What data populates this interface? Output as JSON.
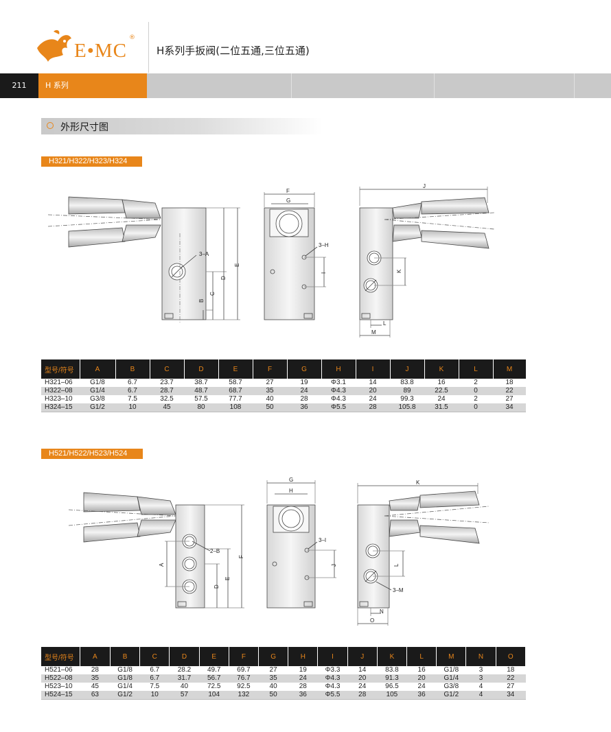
{
  "brand": {
    "logo_text": "E•MC",
    "reg": "®"
  },
  "header": {
    "title": "H系列手扳阀(二位五通,三位五通)"
  },
  "bar": {
    "page_number": "211",
    "series_label": "H 系列"
  },
  "section": {
    "title": "外形尺寸图"
  },
  "colors": {
    "accent": "#e8861a",
    "header_dark": "#1a1a1a",
    "row_shade": "#d6d6d6"
  },
  "group1": {
    "tag": "H321/H322/H323/H324",
    "labels": {
      "a3": "3–A",
      "b": "B",
      "c": "C",
      "d": "D",
      "e": "E",
      "f": "F",
      "g": "G",
      "h3": "3–H",
      "i": "I",
      "j": "J",
      "k": "K",
      "l": "L",
      "m": "M"
    },
    "table": {
      "headers": [
        "型号/符号",
        "A",
        "B",
        "C",
        "D",
        "E",
        "F",
        "G",
        "H",
        "I",
        "J",
        "K",
        "L",
        "M"
      ],
      "rows": [
        [
          "H321–06",
          "G1/8",
          "6.7",
          "23.7",
          "38.7",
          "58.7",
          "27",
          "19",
          "Φ3.1",
          "14",
          "83.8",
          "16",
          "2",
          "18"
        ],
        [
          "H322–08",
          "G1/4",
          "6.7",
          "28.7",
          "48.7",
          "68.7",
          "35",
          "24",
          "Φ4.3",
          "20",
          "89",
          "22.5",
          "0",
          "22"
        ],
        [
          "H323–10",
          "G3/8",
          "7.5",
          "32.5",
          "57.5",
          "77.7",
          "40",
          "28",
          "Φ4.3",
          "24",
          "99.3",
          "24",
          "2",
          "27"
        ],
        [
          "H324–15",
          "G1/2",
          "10",
          "45",
          "80",
          "108",
          "50",
          "36",
          "Φ5.5",
          "28",
          "105.8",
          "31.5",
          "0",
          "34"
        ]
      ]
    }
  },
  "group2": {
    "tag": "H521/H522/H523/H524",
    "labels": {
      "a": "A",
      "b2": "2–B",
      "d": "D",
      "e": "E",
      "f": "F",
      "g": "G",
      "h": "H",
      "i3": "3–I",
      "j": "J",
      "k": "K",
      "l": "L",
      "m3": "3–M",
      "n": "N",
      "o": "O"
    },
    "table": {
      "headers": [
        "型号/符号",
        "A",
        "B",
        "C",
        "D",
        "E",
        "F",
        "G",
        "H",
        "I",
        "J",
        "K",
        "L",
        "M",
        "N",
        "O"
      ],
      "rows": [
        [
          "H521–06",
          "28",
          "G1/8",
          "6.7",
          "28.2",
          "49.7",
          "69.7",
          "27",
          "19",
          "Φ3.3",
          "14",
          "83.8",
          "16",
          "G1/8",
          "3",
          "18"
        ],
        [
          "H522–08",
          "35",
          "G1/8",
          "6.7",
          "31.7",
          "56.7",
          "76.7",
          "35",
          "24",
          "Φ4.3",
          "20",
          "91.3",
          "20",
          "G1/4",
          "3",
          "22"
        ],
        [
          "H523–10",
          "45",
          "G1/4",
          "7.5",
          "40",
          "72.5",
          "92.5",
          "40",
          "28",
          "Φ4.3",
          "24",
          "96.5",
          "24",
          "G3/8",
          "4",
          "27"
        ],
        [
          "H524–15",
          "63",
          "G1/2",
          "10",
          "57",
          "104",
          "132",
          "50",
          "36",
          "Φ5.5",
          "28",
          "105",
          "36",
          "G1/2",
          "4",
          "34"
        ]
      ]
    }
  }
}
